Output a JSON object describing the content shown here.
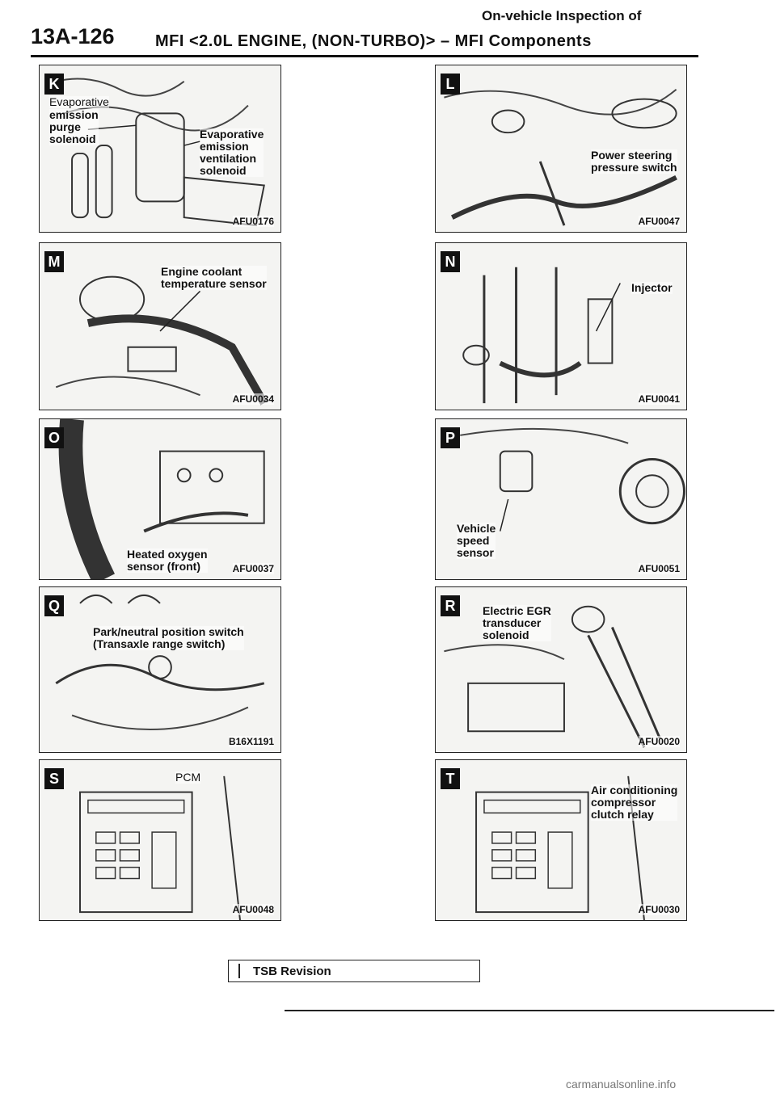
{
  "header": {
    "page_number": "13A-126",
    "title_line": "MFI <2.0L ENGINE, (NON-TURBO)> – MFI Components",
    "title_top": "On-vehicle Inspection of"
  },
  "panels": [
    {
      "letter": "K",
      "callouts": [
        "Evaporative",
        "emission\npurge\nsolenoid",
        "Evaporative\nemission\nventilation\nsolenoid"
      ],
      "code": "AFU0176"
    },
    {
      "letter": "L",
      "callouts": [
        "Power steering\npressure switch"
      ],
      "code": "AFU0047"
    },
    {
      "letter": "M",
      "callouts": [
        "Engine coolant\ntemperature sensor"
      ],
      "code": "AFU0034"
    },
    {
      "letter": "N",
      "callouts": [
        "Injector"
      ],
      "code": "AFU0041"
    },
    {
      "letter": "O",
      "callouts": [
        "Heated oxygen\nsensor (front)"
      ],
      "code": "AFU0037"
    },
    {
      "letter": "P",
      "callouts": [
        "Vehicle\nspeed\nsensor"
      ],
      "code": "AFU0051"
    },
    {
      "letter": "Q",
      "callouts": [
        "Park/neutral position switch\n(Transaxle range switch)"
      ],
      "code": "B16X1191"
    },
    {
      "letter": "R",
      "callouts": [
        "Electric EGR\ntransducer\nsolenoid"
      ],
      "code": "AFU0020"
    },
    {
      "letter": "S",
      "callouts": [
        "PCM"
      ],
      "code": "AFU0048"
    },
    {
      "letter": "T",
      "callouts": [
        "Air conditioning\ncompressor\nclutch relay"
      ],
      "code": "AFU0030"
    }
  ],
  "footer": {
    "tsb_label": "TSB Revision",
    "site": "carmanualsonline.info"
  }
}
